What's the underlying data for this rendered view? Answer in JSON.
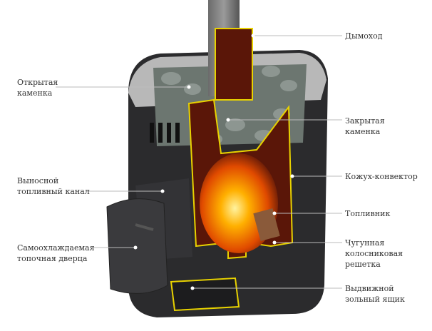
{
  "labels": {
    "chimney": {
      "lines": [
        "Дымоход"
      ]
    },
    "open_heater": {
      "lines": [
        "Открытая",
        "каменка"
      ]
    },
    "closed_heater": {
      "lines": [
        "Закрытая",
        "каменка"
      ]
    },
    "convector_casing": {
      "lines": [
        "Кожух-конвектор"
      ]
    },
    "remote_fuel_channel": {
      "lines": [
        "Выносной",
        "топливный канал"
      ]
    },
    "firebox": {
      "lines": [
        "Топливник"
      ]
    },
    "grate": {
      "lines": [
        "Чугунная",
        "колосниковая",
        "решетка"
      ]
    },
    "door": {
      "lines": [
        "Самоохлаждаемая",
        "топочная дверца"
      ]
    },
    "ash_drawer": {
      "lines": [
        "Выдвижной",
        "зольный ящик"
      ]
    }
  },
  "colors": {
    "body": "#2b2b2d",
    "outline": "#e8d200",
    "fire": "#ff7a00",
    "interior": "#5a1608",
    "stones": "#6c7670",
    "leader": "#bbbbbb"
  }
}
